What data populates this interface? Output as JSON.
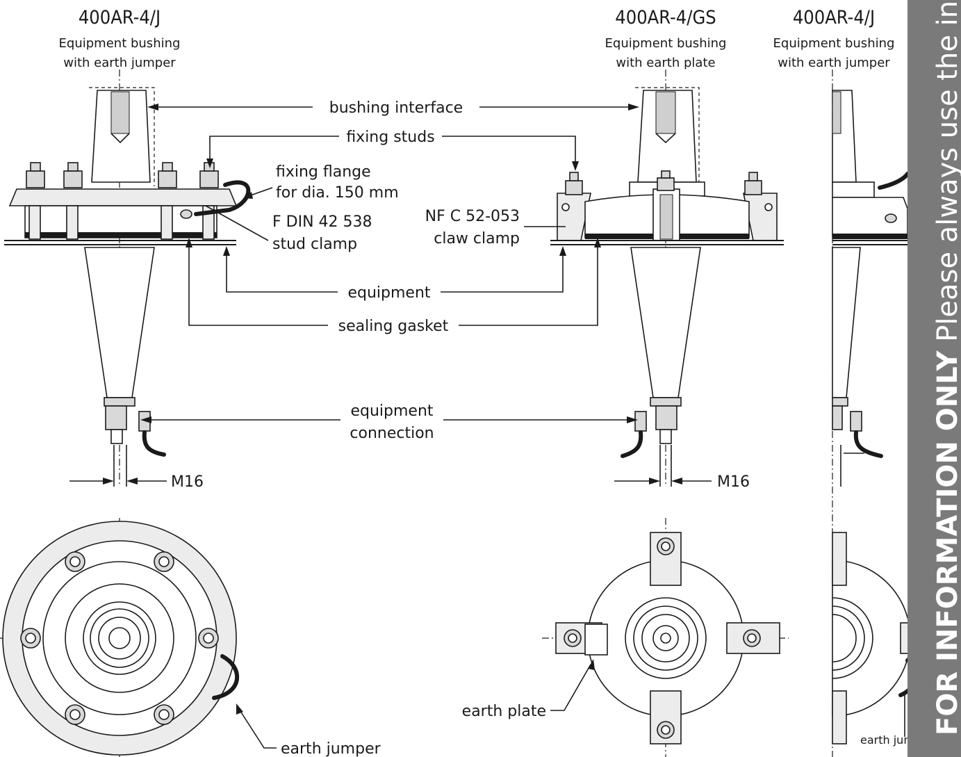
{
  "views": [
    {
      "title": "400AR-4/J",
      "line1": "Equipment bushing",
      "line2": "with earth jumper"
    },
    {
      "title": "400AR-4/GS",
      "line1": "Equipment bushing",
      "line2": "with earth plate"
    },
    {
      "title": "400AR-4/J",
      "line1": "Equipment bushing",
      "line2": "with earth jumper"
    }
  ],
  "labels": {
    "bushing_interface": "bushing interface",
    "fixing_studs": "fixing studs",
    "fixing_flange_1": "fixing flange",
    "fixing_flange_2": "for dia. 150 mm",
    "din_1": "F DIN 42 538",
    "din_2": "stud clamp",
    "nfc_1": "NF C 52-053",
    "nfc_2": "claw clamp",
    "equipment": "equipment",
    "sealing_gasket": "sealing gasket",
    "equipment_connection_1": "equipment",
    "equipment_connection_2": "connection",
    "m16_left": "M16",
    "m16_right": "M16",
    "earth_plate": "earth plate",
    "earth_jumper": "earth jumper",
    "earth_jumper_partial": "earth jumper"
  },
  "banner": {
    "bold": "FOR INFORMATION ONLY",
    "rest": " Please always use the instructions supplied"
  },
  "colors": {
    "line": "#1a1a1a",
    "part_fill": "#d9d9d9",
    "banner": "#7a7a7a"
  }
}
